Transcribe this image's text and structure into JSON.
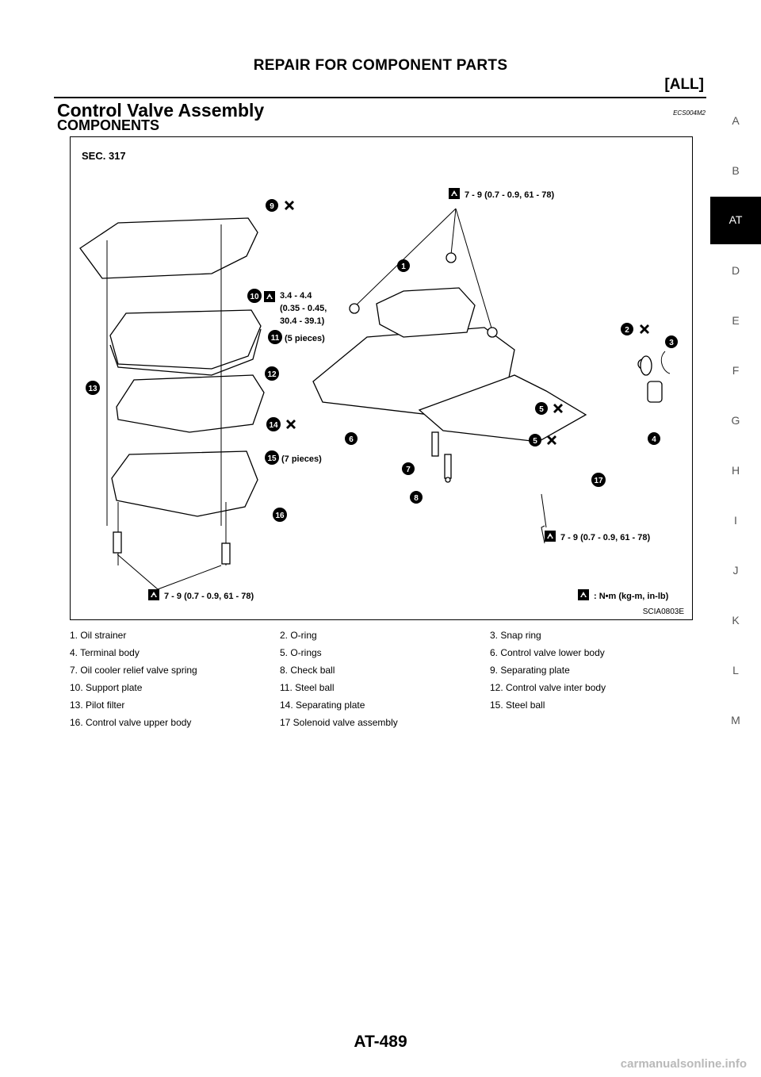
{
  "header": {
    "title": "REPAIR FOR COMPONENT PARTS",
    "applicability": "[ALL]"
  },
  "section": {
    "title": "Control Valve Assembly",
    "code": "ECS004M2",
    "subtitle": "COMPONENTS"
  },
  "side_index": {
    "letters": [
      "A",
      "B",
      "AT",
      "D",
      "E",
      "F",
      "G",
      "H",
      "I",
      "J",
      "K",
      "L",
      "M"
    ],
    "active": "AT"
  },
  "figure": {
    "section_label": "SEC. 317",
    "figure_id": "SCIA0803E",
    "torque_top": "7 - 9 (0.7 - 0.9, 61 - 78)",
    "torque_mid_line1": "3.4 - 4.4",
    "torque_mid_line2": "(0.35 - 0.45,",
    "torque_mid_line3": "30.4 - 39.1)",
    "pieces_5": "(5 pieces)",
    "pieces_7": "(7 pieces)",
    "torque_right": "7 - 9 (0.7 - 0.9, 61 - 78)",
    "torque_bottom": "7 - 9 (0.7 - 0.9, 61 - 78)",
    "units_note": ": N•m (kg-m, in-lb)",
    "callouts": [
      "1",
      "2",
      "3",
      "4",
      "5",
      "5",
      "6",
      "7",
      "8",
      "9",
      "10",
      "11",
      "12",
      "13",
      "14",
      "15",
      "16",
      "17"
    ]
  },
  "legend": [
    [
      "1. Oil strainer",
      "2. O-ring",
      "3. Snap ring"
    ],
    [
      "4. Terminal body",
      "5. O-rings",
      "6. Control valve lower body"
    ],
    [
      "7. Oil cooler relief valve spring",
      "8. Check ball",
      "9. Separating plate"
    ],
    [
      "10. Support plate",
      "11. Steel ball",
      "12. Control valve inter body"
    ],
    [
      "13. Pilot filter",
      "14. Separating plate",
      "15. Steel ball"
    ],
    [
      "16. Control valve upper body",
      "17 Solenoid valve assembly",
      ""
    ]
  ],
  "page_number": "AT-489",
  "watermark": "carmanualsonline.info"
}
